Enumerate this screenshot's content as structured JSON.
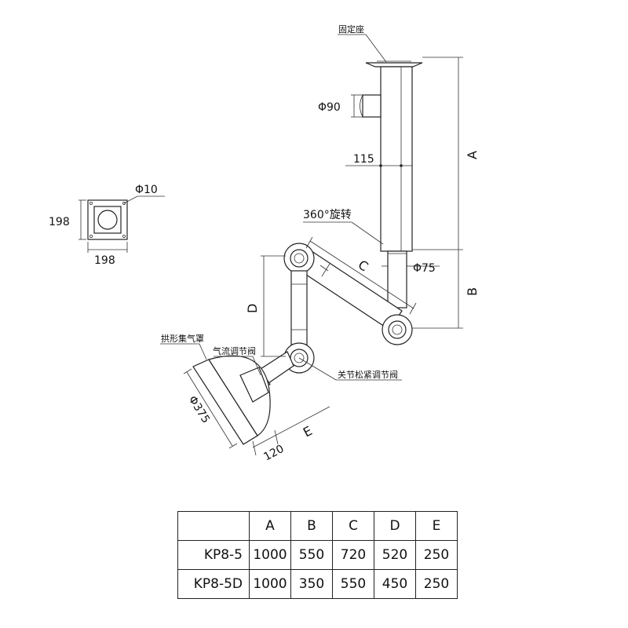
{
  "labels": {
    "fixed_seat": "固定座",
    "phi90": "Φ90",
    "dim_115": "115",
    "dim_A": "A",
    "dim_B": "B",
    "rotate360": "360°旋转",
    "dim_C": "C",
    "phi75": "Φ75",
    "dim_D": "D",
    "hood": "拱形集气罩",
    "airflow_valve": "气流调节阀",
    "joint_valve": "关节松紧调节阀",
    "phi375": "Φ375",
    "dim_120": "120",
    "dim_E": "E",
    "phi10": "Φ10",
    "plate_h": "198",
    "plate_w": "198"
  },
  "table": {
    "headers": [
      "A",
      "B",
      "C",
      "D",
      "E"
    ],
    "rows": [
      {
        "model": "KP8-5",
        "values": [
          "1000",
          "550",
          "720",
          "520",
          "250"
        ]
      },
      {
        "model": "KP8-5D",
        "values": [
          "1000",
          "350",
          "550",
          "450",
          "250"
        ]
      }
    ]
  }
}
